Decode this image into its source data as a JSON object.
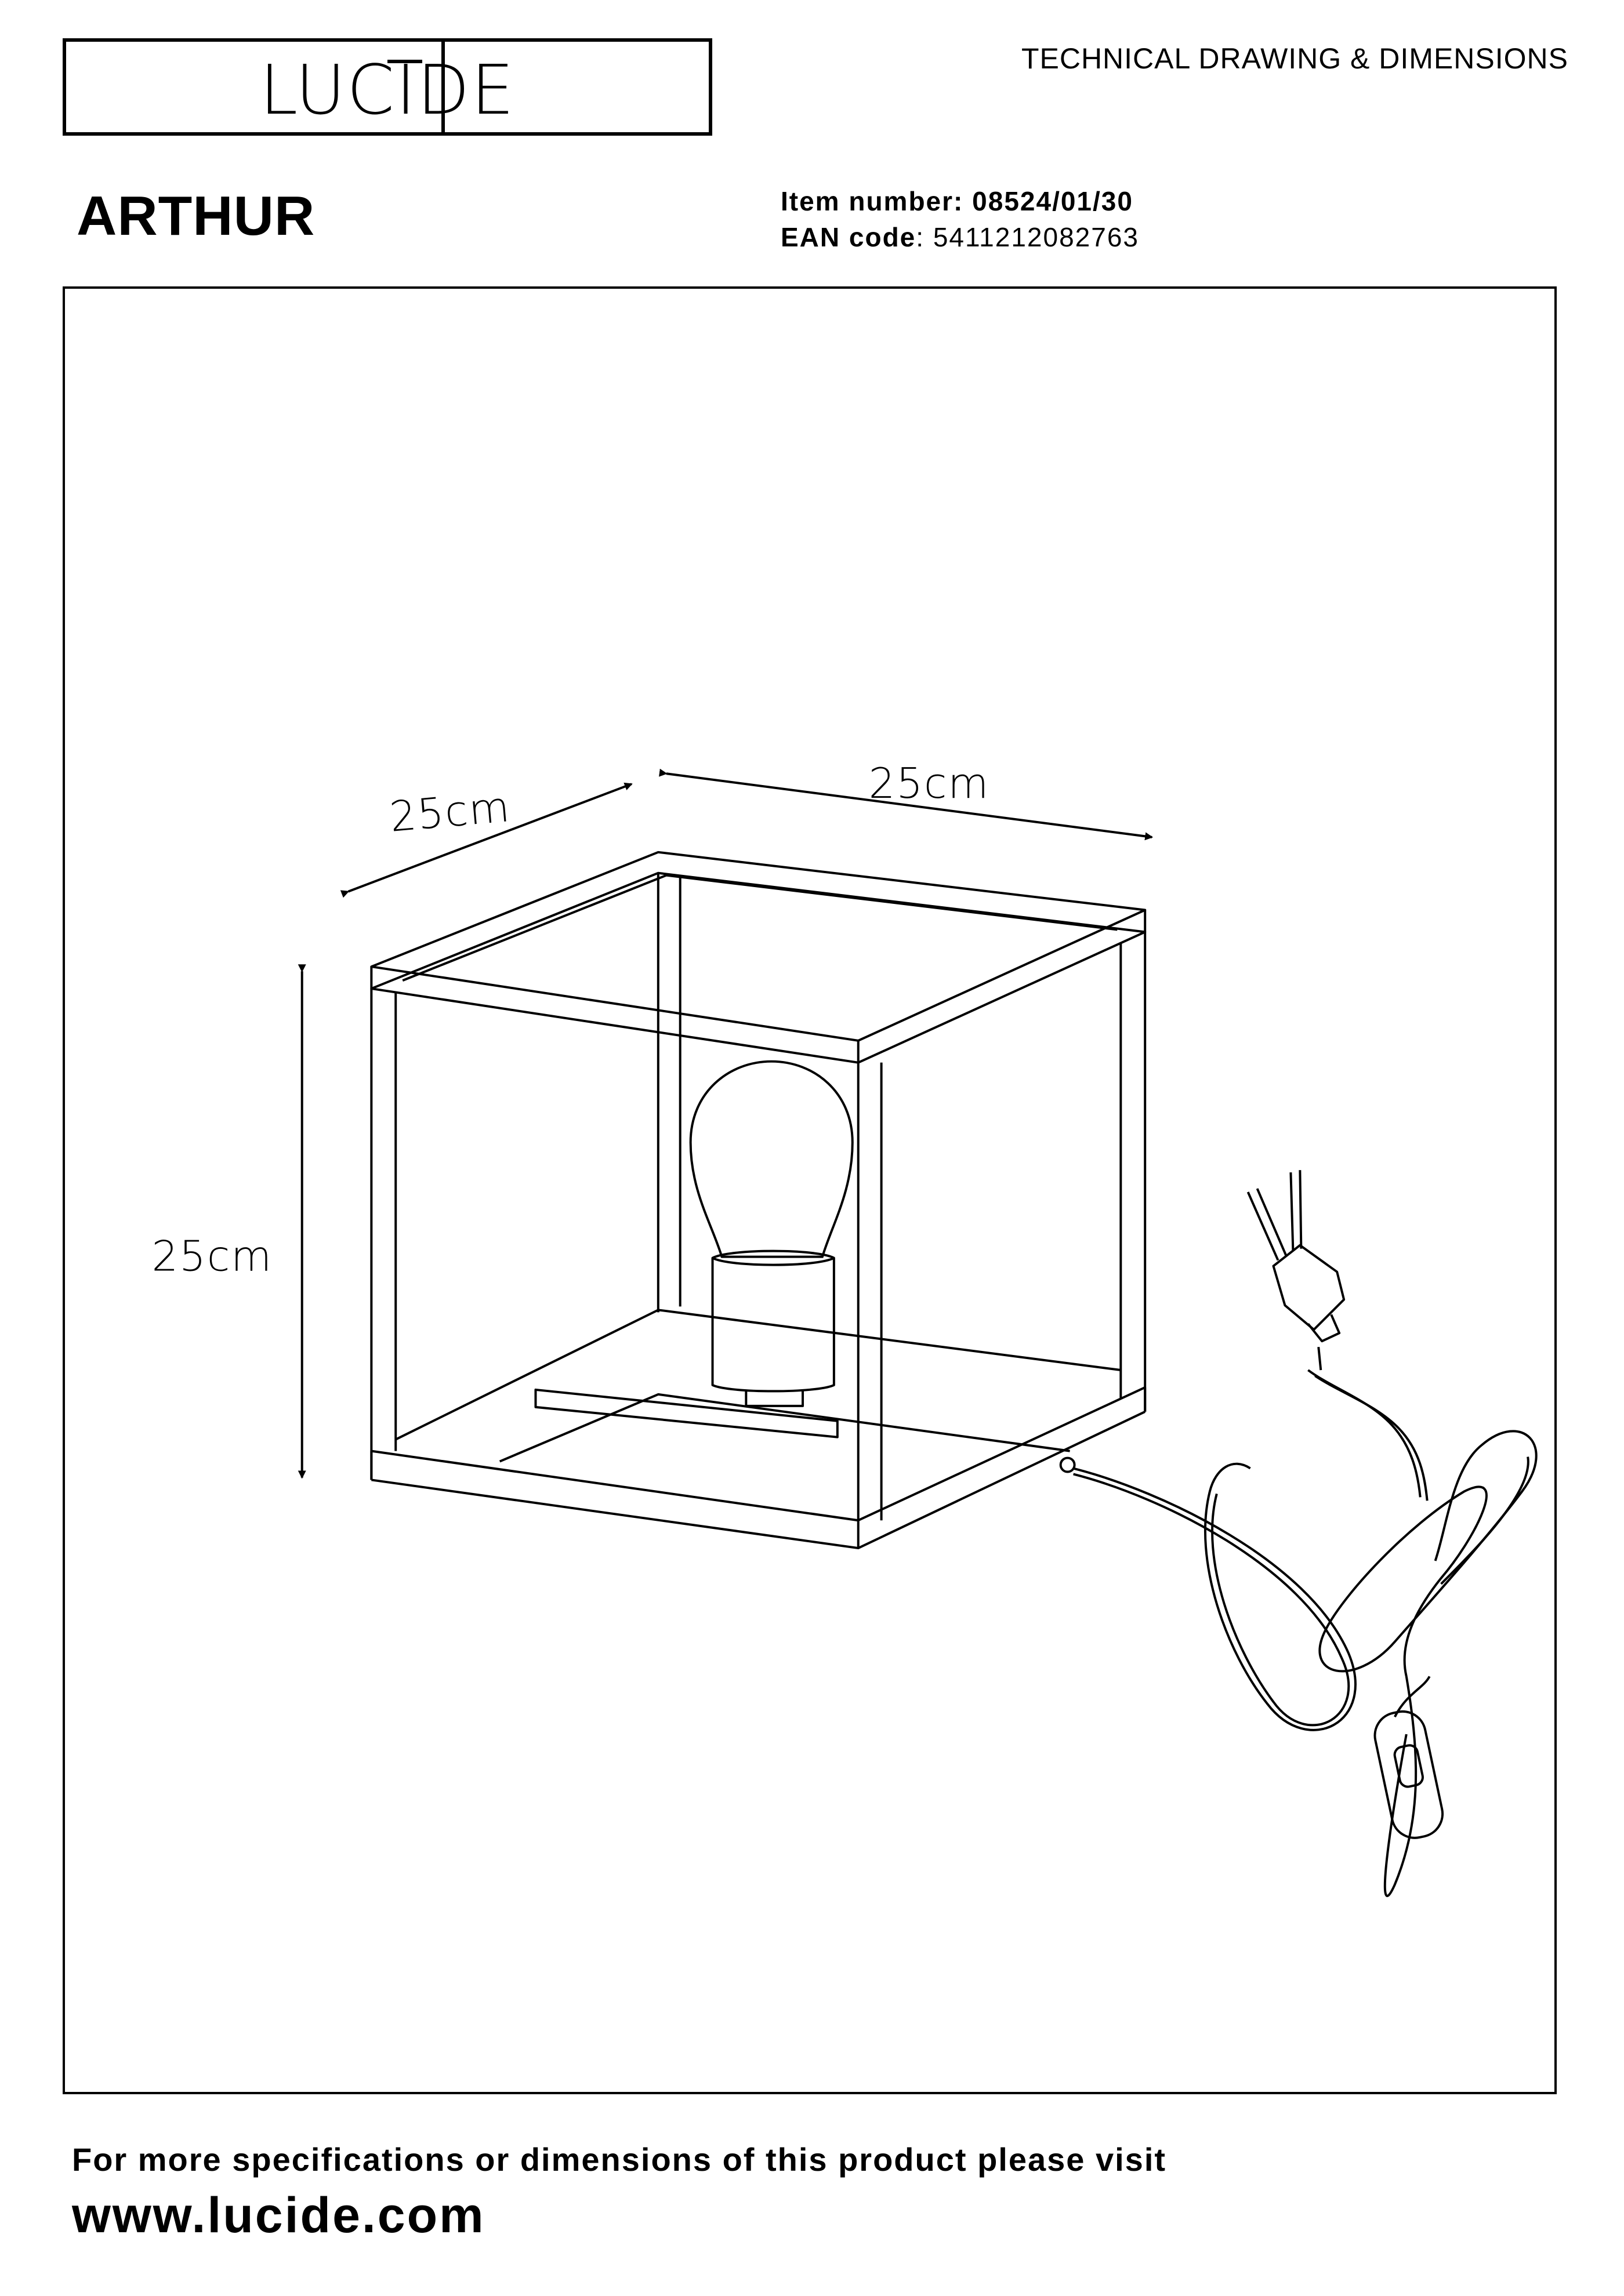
{
  "header": {
    "brand": "LUCIDE",
    "document_type": "TECHNICAL DRAWING & DIMENSIONS"
  },
  "product": {
    "name": "ARTHUR",
    "item_number_label": "Item number:",
    "item_number": "08524/01/30",
    "ean_label": "EAN code",
    "ean_value": ": 5411212082763"
  },
  "drawing": {
    "width_label": "25cm",
    "depth_label": "25cm",
    "height_label": "25cm"
  },
  "footer": {
    "text": "For more specifications or dimensions of this product please visit",
    "url": "www.lucide.com"
  }
}
